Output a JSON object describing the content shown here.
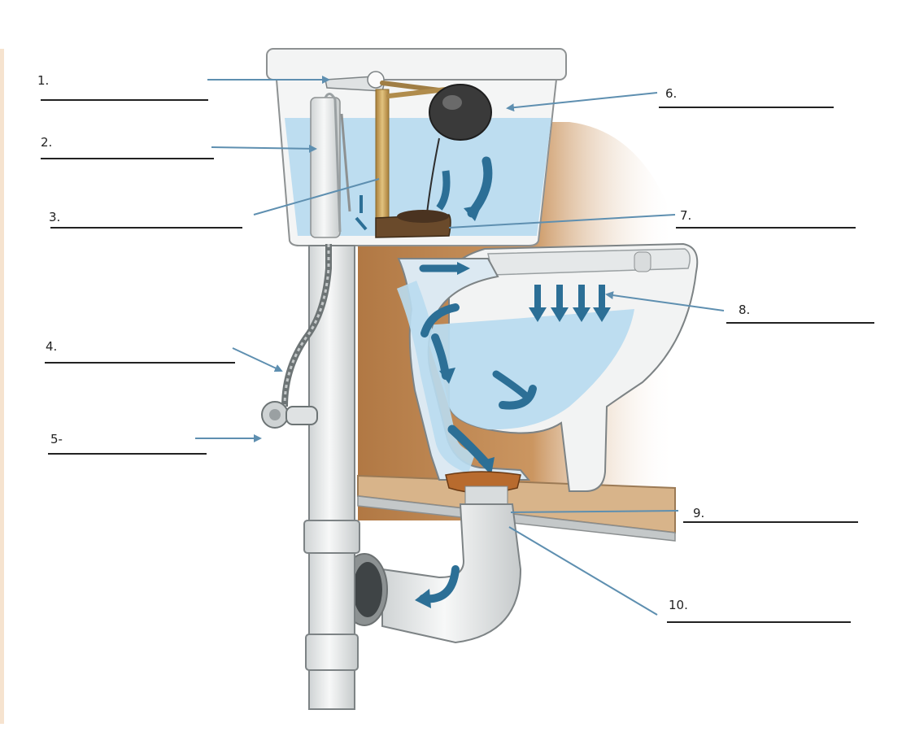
{
  "worksheet": {
    "labels": [
      {
        "id": "1",
        "text": "1."
      },
      {
        "id": "2",
        "text": "2."
      },
      {
        "id": "3",
        "text": "3."
      },
      {
        "id": "4",
        "text": "4."
      },
      {
        "id": "5",
        "text": "5-"
      },
      {
        "id": "6",
        "text": "6."
      },
      {
        "id": "7",
        "text": "7."
      },
      {
        "id": "8",
        "text": "8."
      },
      {
        "id": "9",
        "text": "9."
      },
      {
        "id": "10",
        "text": "10."
      }
    ]
  },
  "colors": {
    "water": "#b9dbef",
    "arrow": "#2c6f96",
    "porcelain": "#f2f3f3",
    "wall": "#b8773f",
    "brass": "#c9a45f",
    "rubber": "#6a4a2b",
    "pipe": "#e7e9e9"
  }
}
